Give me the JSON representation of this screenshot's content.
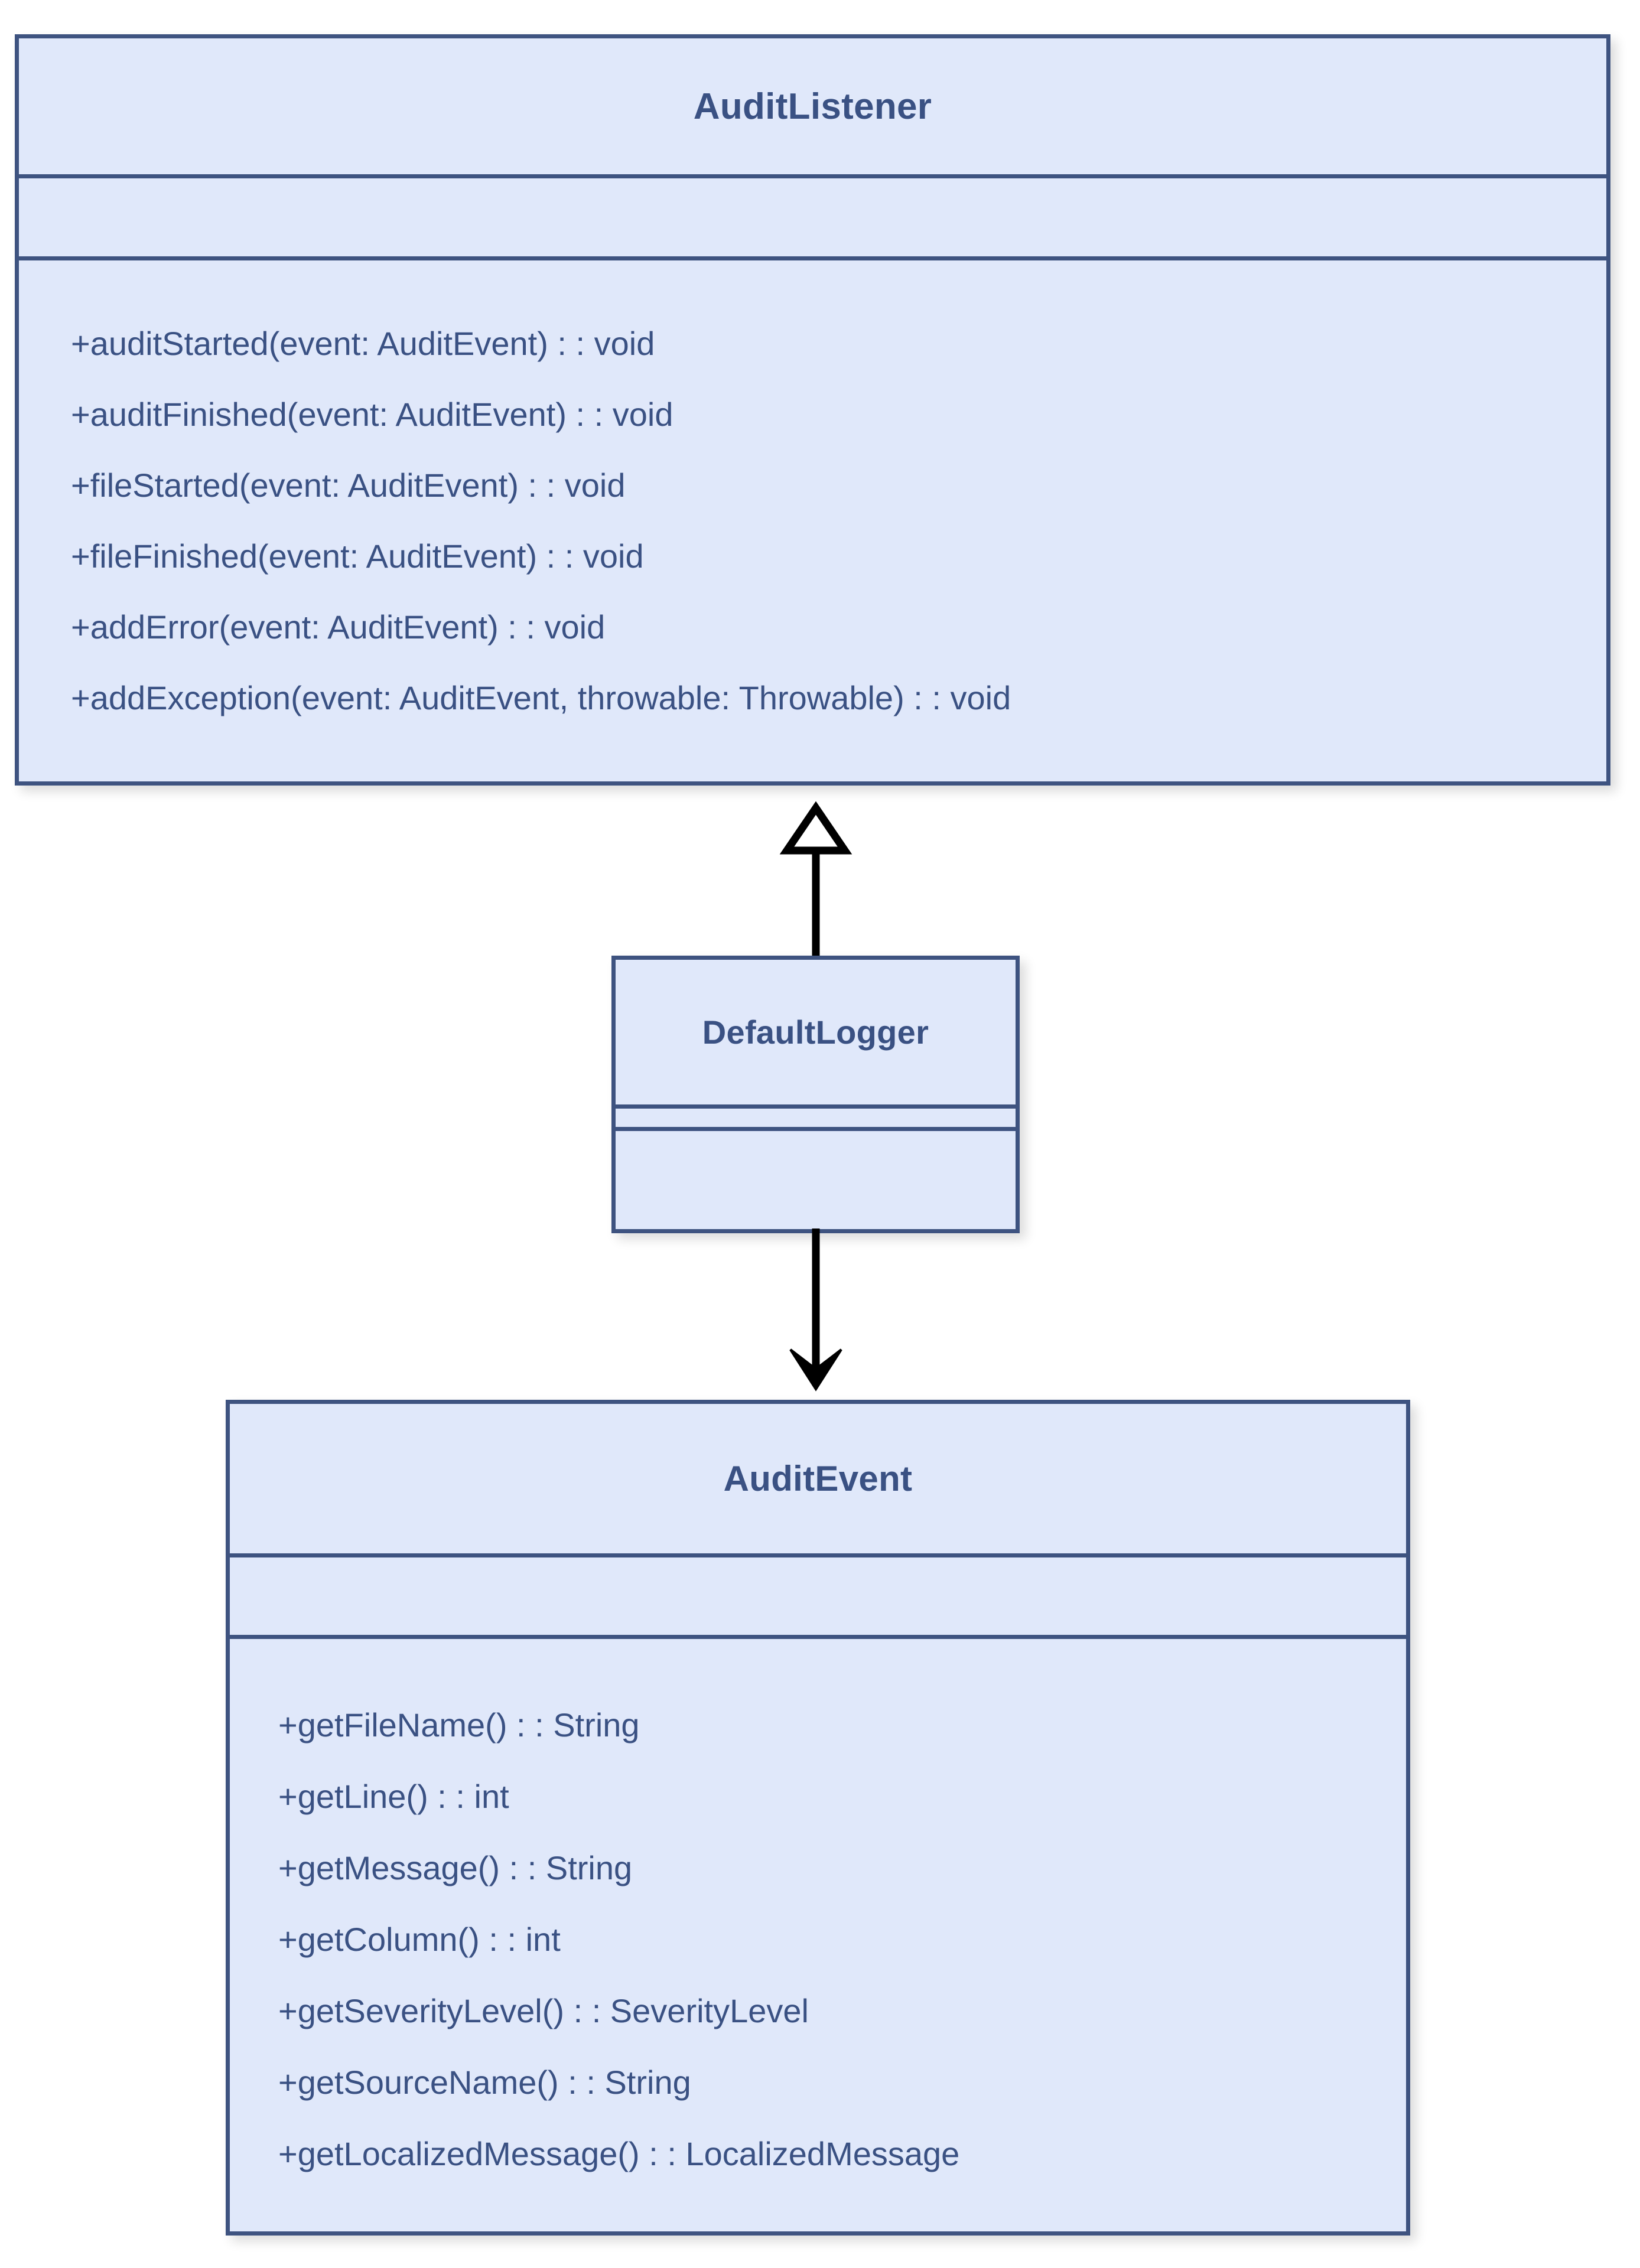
{
  "diagram": {
    "type": "uml-class-diagram",
    "background_color": "#ffffff",
    "class_fill_color": "#e0e8fa",
    "class_border_color": "#3e5380",
    "text_color": "#3a5183",
    "connector_color": "#000000"
  },
  "classes": [
    {
      "id": "auditlistener",
      "name": "AuditListener",
      "attributes": [],
      "operations": [
        "+auditStarted(event: AuditEvent) : : void",
        "+auditFinished(event: AuditEvent) : : void",
        "+fileStarted(event: AuditEvent) : : void",
        "+fileFinished(event: AuditEvent) : : void",
        "+addError(event: AuditEvent) : : void",
        "+addException(event: AuditEvent, throwable: Throwable) : : void"
      ]
    },
    {
      "id": "defaultlogger",
      "name": "DefaultLogger",
      "attributes": [],
      "operations": []
    },
    {
      "id": "auditevent",
      "name": "AuditEvent",
      "attributes": [],
      "operations": [
        "+getFileName() : : String",
        "+getLine() : : int",
        "+getMessage() : : String",
        "+getColumn() : : int",
        "+getSeverityLevel() : : SeverityLevel",
        "+getSourceName() : : String",
        "+getLocalizedMessage() : : LocalizedMessage"
      ]
    }
  ],
  "relationships": [
    {
      "id": "generalization",
      "from": "DefaultLogger",
      "to": "AuditListener",
      "kind": "generalization",
      "arrowhead": "hollow-triangle",
      "direction": "up"
    },
    {
      "id": "dependency",
      "from": "DefaultLogger",
      "to": "AuditEvent",
      "kind": "dependency",
      "arrowhead": "solid-arrow",
      "direction": "down"
    }
  ]
}
